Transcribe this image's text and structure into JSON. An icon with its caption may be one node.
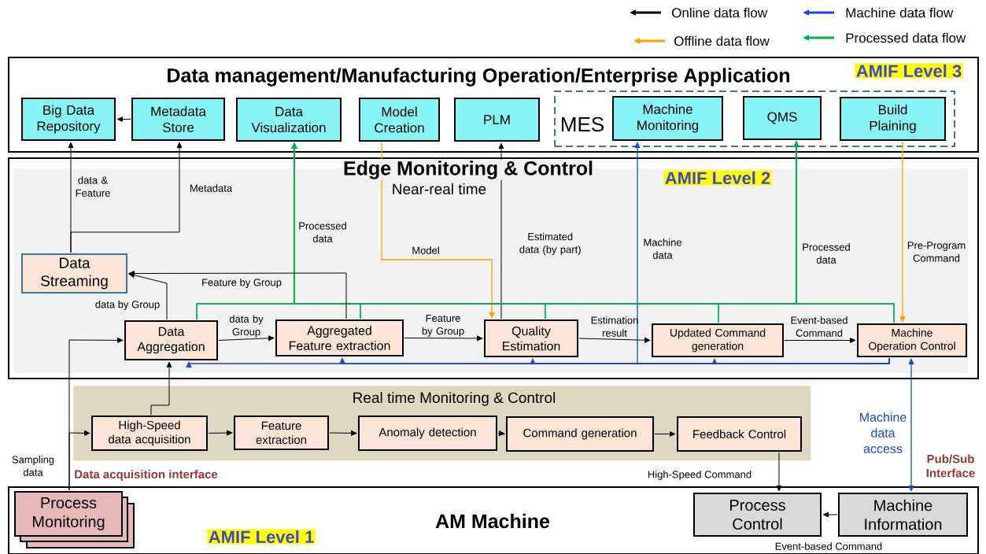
{
  "diagram": {
    "nodes": [
      {
        "text": [
          "Data management/Manufacturing Operation/Enterprise Application",
          "AMIF Level 3"
        ]
      },
      {
        "text": [
          "Big Data Repository"
        ],
        "in": 0
      },
      {
        "text": [
          "Metadata Store"
        ],
        "in": 0
      },
      {
        "text": [
          "Data Visualization"
        ],
        "in": 0
      },
      {
        "text": [
          "Model Creation"
        ],
        "in": 0
      },
      {
        "text": [
          "PLM"
        ],
        "in": 0
      },
      {
        "text": [
          "MES"
        ],
        "in": 0
      },
      {
        "text": [
          "Machine Monitoring"
        ],
        "in": 6
      },
      {
        "text": [
          "QMS"
        ],
        "in": 6
      },
      {
        "text": [
          "Build Plaining"
        ],
        "in": 6
      },
      {
        "text": [
          "Edge Monitoring & Control",
          "Near-real time",
          "AMIF Level 2"
        ]
      },
      {
        "text": [
          "Data Streaming"
        ],
        "in": 10
      },
      {
        "text": [
          "Data Aggregation"
        ],
        "in": 10
      },
      {
        "text": [
          "Aggregated Feature extraction"
        ],
        "in": 10
      },
      {
        "text": [
          "Quality Estimation"
        ],
        "in": 10
      },
      {
        "text": [
          "Updated Command generation"
        ],
        "in": 10
      },
      {
        "text": [
          "Machine Operation Control"
        ],
        "in": 10
      },
      {
        "text": [
          "Real time Monitoring & Control"
        ]
      },
      {
        "text": [
          "High-Speed data acquisition"
        ],
        "in": 17
      },
      {
        "text": [
          "Feature extraction"
        ],
        "in": 17
      },
      {
        "text": [
          "Anomaly detection"
        ],
        "in": 17
      },
      {
        "text": [
          "Command generation"
        ],
        "in": 17
      },
      {
        "text": [
          "Feedback Control"
        ],
        "in": 17
      },
      {
        "text": [
          "AM Machine",
          "AMIF Level 1"
        ]
      },
      {
        "text": [
          "Process Monitoring"
        ],
        "in": 23
      },
      {
        "text": [
          "Process Control"
        ],
        "in": 23
      },
      {
        "text": [
          "Machine Information"
        ],
        "in": 23
      }
    ],
    "edges": [
      {
        "from": 2,
        "to": 1,
        "arrow": "to"
      },
      {
        "from": 11,
        "to": 1,
        "arrow": "to",
        "label": "data & Feature"
      },
      {
        "from": 11,
        "to": 2,
        "arrow": "to",
        "label": "Metadata"
      },
      {
        "from": 12,
        "to": 3,
        "arrow": "to",
        "color": "#00b050",
        "label": "Processed data"
      },
      {
        "from": 13,
        "to": 3,
        "arrow": "to",
        "color": "#00b050"
      },
      {
        "from": 14,
        "to": 3,
        "arrow": "to",
        "color": "#00b050"
      },
      {
        "from": 15,
        "to": 3,
        "arrow": "to",
        "color": "#00b050"
      },
      {
        "from": 16,
        "to": 3,
        "arrow": "to",
        "color": "#00b050"
      },
      {
        "from": 4,
        "to": 14,
        "arrow": "to",
        "color": "#ffa000",
        "label": "Model"
      },
      {
        "from": 14,
        "to": 5,
        "arrow": "to",
        "label": "Estimated data (by part)"
      },
      {
        "from": 16,
        "to": 7,
        "arrow": "to",
        "color": "#1f45d1",
        "label": "Machine data"
      },
      {
        "from": 12,
        "to": 8,
        "arrow": "to",
        "color": "#00b050"
      },
      {
        "from": 13,
        "to": 8,
        "arrow": "to",
        "color": "#00b050"
      },
      {
        "from": 14,
        "to": 8,
        "arrow": "to",
        "color": "#00b050"
      },
      {
        "from": 15,
        "to": 8,
        "arrow": "to",
        "color": "#00b050"
      },
      {
        "from": 16,
        "to": 8,
        "arrow": "to",
        "color": "#00b050",
        "label": "Processed data"
      },
      {
        "from": 9,
        "to": 16,
        "arrow": "to",
        "color": "#ffa000",
        "label": "Pre-Program Command"
      },
      {
        "from": 12,
        "to": 11,
        "arrow": "to",
        "label": "data by Group"
      },
      {
        "from": 13,
        "to": 11,
        "arrow": "to",
        "label": "Feature by Group"
      },
      {
        "from": 12,
        "to": 13,
        "arrow": "to",
        "label": "data by Group"
      },
      {
        "from": 13,
        "to": 14,
        "arrow": "to",
        "label": "Feature by Group"
      },
      {
        "from": 14,
        "to": 15,
        "arrow": "to",
        "label": "Estimation result"
      },
      {
        "from": 15,
        "to": 16,
        "arrow": "to",
        "label": "Event-based Command"
      },
      {
        "from": 16,
        "to": 12,
        "arrow": "to",
        "color": "#1f45d1"
      },
      {
        "from": 16,
        "to": 13,
        "arrow": "to",
        "color": "#1f45d1"
      },
      {
        "from": 16,
        "to": 14,
        "arrow": "to",
        "color": "#1f45d1"
      },
      {
        "from": 16,
        "to": 15,
        "arrow": "to",
        "color": "#1f45d1"
      },
      {
        "from": 18,
        "to": 12,
        "arrow": "to"
      },
      {
        "from": 24,
        "to": 12,
        "arrow": "to",
        "label": "Sampling data"
      },
      {
        "from": 24,
        "to": 18,
        "arrow": "to"
      },
      {
        "from": 18,
        "to": 19,
        "arrow": "to"
      },
      {
        "from": 19,
        "to": 20,
        "arrow": "to"
      },
      {
        "from": 20,
        "to": 21,
        "arrow": "to"
      },
      {
        "from": 21,
        "to": 22,
        "arrow": "to"
      },
      {
        "from": 22,
        "to": 25,
        "arrow": "to",
        "label": "High-Speed Command"
      },
      {
        "from": 26,
        "to": 16,
        "arrow": "both",
        "color": "#1f45d1",
        "label": "Machine data access"
      },
      {
        "from": 26,
        "to": 25,
        "arrow": "to",
        "label": "Event-based Command"
      }
    ],
    "labels": [
      "Data acquisition interface",
      "Pub/Sub Interface"
    ],
    "legend": [
      {
        "text": "Online data flow",
        "color": "#000000"
      },
      {
        "text": "Machine data flow",
        "color": "#1f45d1"
      },
      {
        "text": "Offline data flow",
        "color": "#ffa000"
      },
      {
        "text": "Processed data flow",
        "color": "#00b050"
      }
    ]
  }
}
